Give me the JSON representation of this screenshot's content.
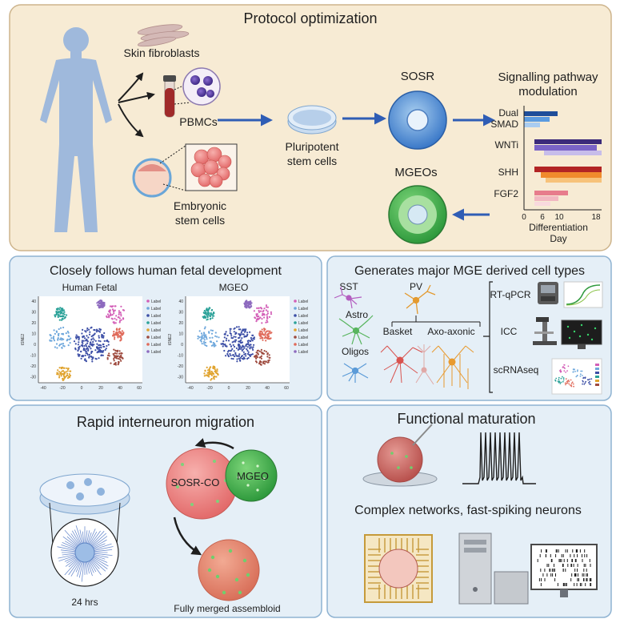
{
  "colors": {
    "top_panel": "#f7ebd4",
    "blue_panel": "#e5eff7",
    "panel_border": "#8fb3d2",
    "arrow_blue": "#2f5db5"
  },
  "protocol": {
    "title": "Protocol optimization",
    "skin_fibroblasts": "Skin fibroblasts",
    "pbmcs": "PBMCs",
    "esc_line1": "Embryonic",
    "esc_line2": "stem cells",
    "psc_line1": "Pluripotent",
    "psc_line2": "stem cells",
    "sosr": "SOSR",
    "mgeos": "MGEOs",
    "signal_line1": "Signalling pathway",
    "signal_line2": "modulation",
    "dual": "Dual",
    "smad": "SMAD",
    "wnti": "WNTi",
    "shh": "SHH",
    "fgf2": "FGF2",
    "axis_ticks": [
      "0",
      "6",
      "10",
      "18"
    ],
    "axis_title1": "Differentiation",
    "axis_title2": "Day"
  },
  "fetal": {
    "title": "Closely follows human fetal development",
    "left_title": "Human Fetal",
    "right_title": "MGEO",
    "ylabel": "tSNE2",
    "yticks": [
      "40",
      "30",
      "20",
      "10",
      "0",
      "-10",
      "-20",
      "-30"
    ],
    "xticks": [
      "-40",
      "-20",
      "0",
      "20",
      "40",
      "60"
    ],
    "legend": [
      "Label",
      "Label",
      "Label",
      "Label",
      "Label",
      "Label",
      "Label",
      "Label"
    ]
  },
  "celltypes": {
    "title": "Generates major MGE derived cell types",
    "sst": "SST",
    "pv": "PV",
    "astro": "Astro",
    "oligos": "Oligos",
    "basket": "Basket",
    "axo": "Axo-axonic",
    "rtqpcr": "RT-qPCR",
    "icc": "ICC",
    "scrnaseq": "scRNAseq"
  },
  "migration": {
    "title": "Rapid interneuron migration",
    "sosr_co": "SOSR-CO",
    "mgeo": "MGEO",
    "hrs": "24 hrs",
    "merged": "Fully merged assembloid"
  },
  "functional": {
    "title": "Functional maturation",
    "subtitle": "Complex networks, fast-spiking neurons"
  }
}
